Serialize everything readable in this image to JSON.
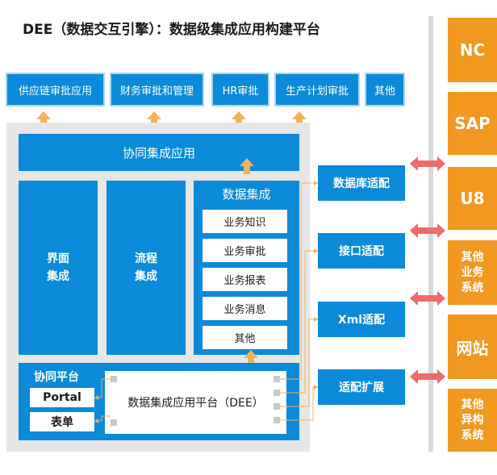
{
  "title": "DEE（数据交互引擎）：数据级集成应用构建平台",
  "top_apps": [
    "供应链审批应用",
    "财务审批和管理",
    "HR审批",
    "生产计划审批",
    "其他"
  ],
  "collab_app": "协同集成应用",
  "ui_integration": [
    "界面",
    "集成"
  ],
  "process_integration": [
    "流程",
    "集成"
  ],
  "data_integration": {
    "title": "数据集成",
    "items": [
      "业务知识",
      "业务审批",
      "业务报表",
      "业务消息",
      "其他"
    ]
  },
  "collab_platform": {
    "label": "协同平台",
    "items": [
      "Portal",
      "表单"
    ]
  },
  "dee_platform": "数据集成应用平台（DEE）",
  "adapters": [
    "数据库适配",
    "接口适配",
    "Xml适配",
    "适配扩展"
  ],
  "systems": [
    [
      "NC"
    ],
    [
      "SAP"
    ],
    [
      "U8"
    ],
    [
      "其他",
      "业务",
      "系统"
    ],
    [
      "网站"
    ],
    [
      "其他",
      "异构",
      "系统"
    ]
  ],
  "colors": {
    "blue": "#0a8ad8",
    "orange": "#f09820",
    "arrow_orange": "#f3b25a",
    "double_arrow": "#f06a6a",
    "panel": "#e6e6e6"
  }
}
